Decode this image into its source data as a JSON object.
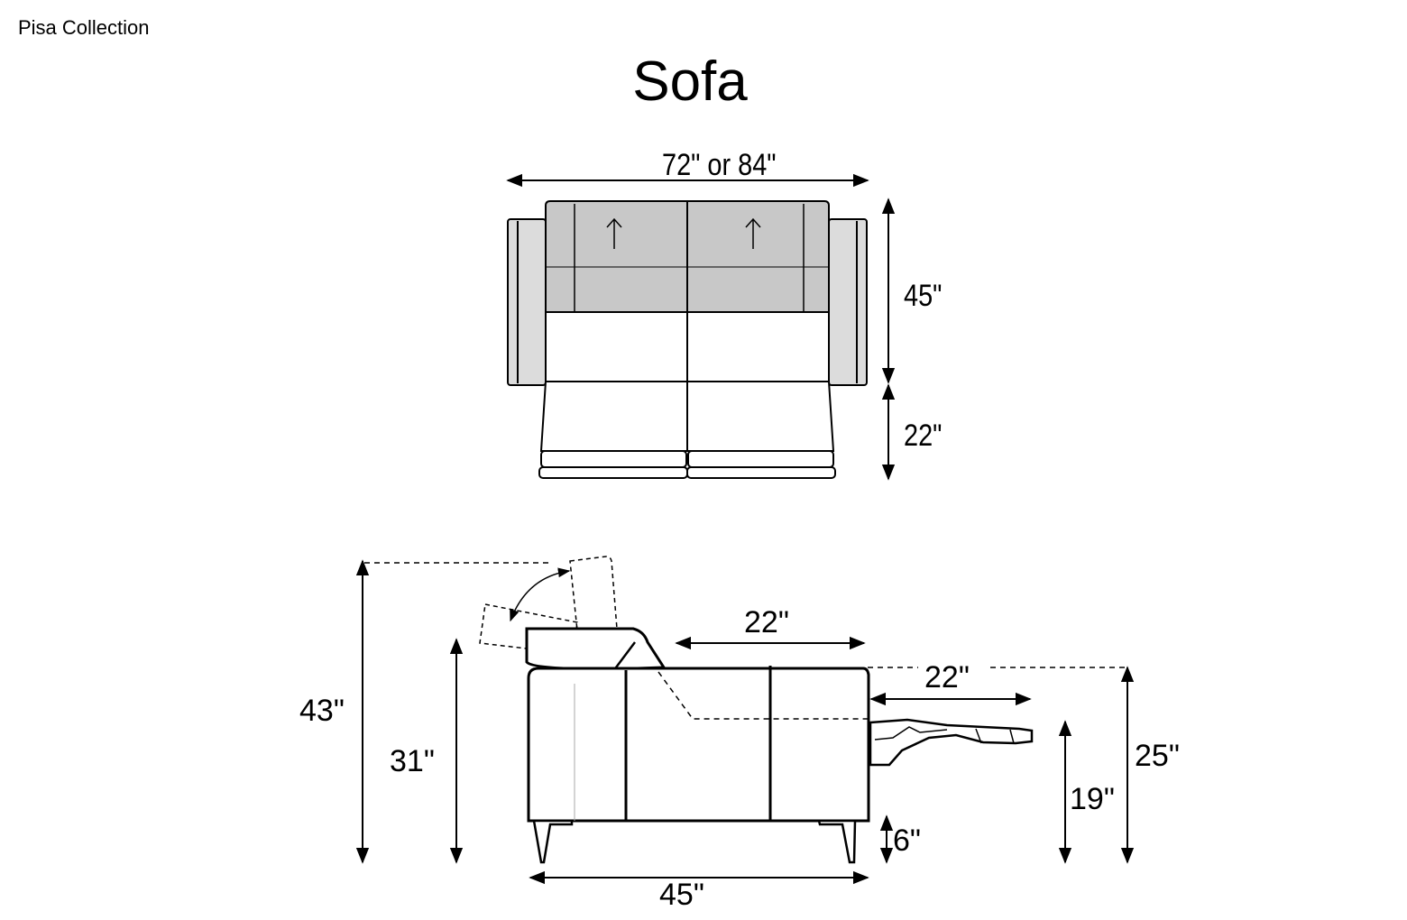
{
  "header": {
    "collection": "Pisa Collection",
    "title": "Sofa"
  },
  "top_view": {
    "width_label": "72\" or 84\"",
    "depth_label": "45\"",
    "extension_label": "22\""
  },
  "side_view": {
    "headrest_height_label": "43\"",
    "back_height_label": "31\"",
    "seat_depth_label": "22\"",
    "footrest_extension_label": "22\"",
    "footrest_height_label": "25\"",
    "seat_height_label": "19\"",
    "leg_height_label": "6\"",
    "overall_depth_label": "45\""
  },
  "colors": {
    "line": "#000000",
    "back_cushion_fill": "#c8c8c8",
    "arm_fill": "#dcdcdc"
  }
}
